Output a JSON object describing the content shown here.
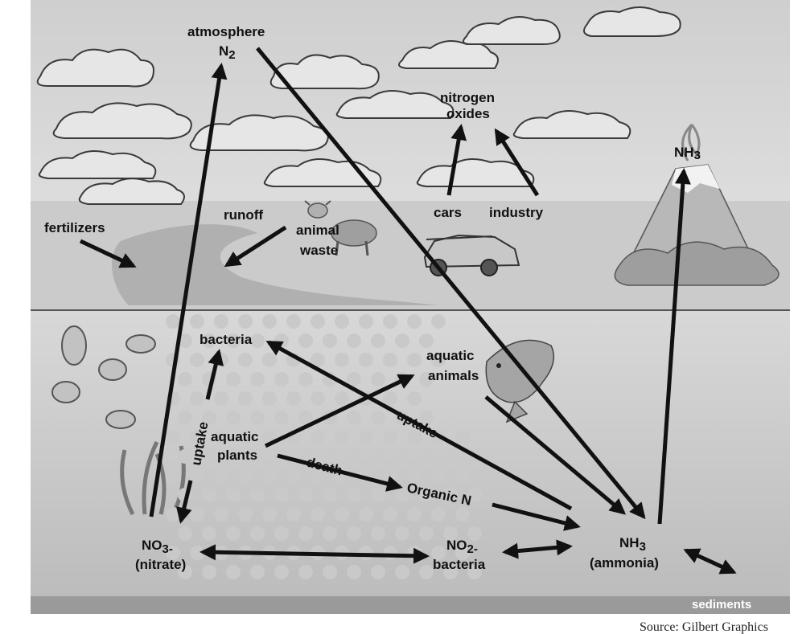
{
  "labels": {
    "atmosphere": "atmosphere",
    "n2": "N",
    "n2_sub": "2",
    "nitrogen": "nitrogen",
    "oxides": "oxides",
    "nh3_volcano": "NH",
    "nh3_volcano_sub": "3",
    "fertilizers": "fertilizers",
    "runoff": "runoff",
    "animal": "animal",
    "waste": "waste",
    "cars": "cars",
    "industry": "industry",
    "bacteria": "bacteria",
    "aquatic_animals_1": "aquatic",
    "aquatic_animals_2": "animals",
    "uptake_right": "uptake",
    "uptake_left": "uptake",
    "aquatic_plants_1": "aquatic",
    "aquatic_plants_2": "plants",
    "death": "death",
    "organic_n": "Organic N",
    "no3": "NO",
    "no3_sub": "3-",
    "nitrate": "(nitrate)",
    "no2": "NO",
    "no2_sub": "2-",
    "no2_bacteria": "bacteria",
    "nh3_water": "NH",
    "nh3_water_sub": "3",
    "ammonia": "(ammonia)",
    "sediments": "sediments",
    "source": "Source: Gilbert Graphics"
  },
  "colors": {
    "sky": "#d9d9d9",
    "land": "#c4c4c4",
    "water": "#d2d2d2",
    "sediment_band": "#9a9a9a",
    "arrow": "#111111"
  },
  "icons": [
    "cloud",
    "cow",
    "car",
    "volcano",
    "fish",
    "algae-cell",
    "seaweed"
  ]
}
